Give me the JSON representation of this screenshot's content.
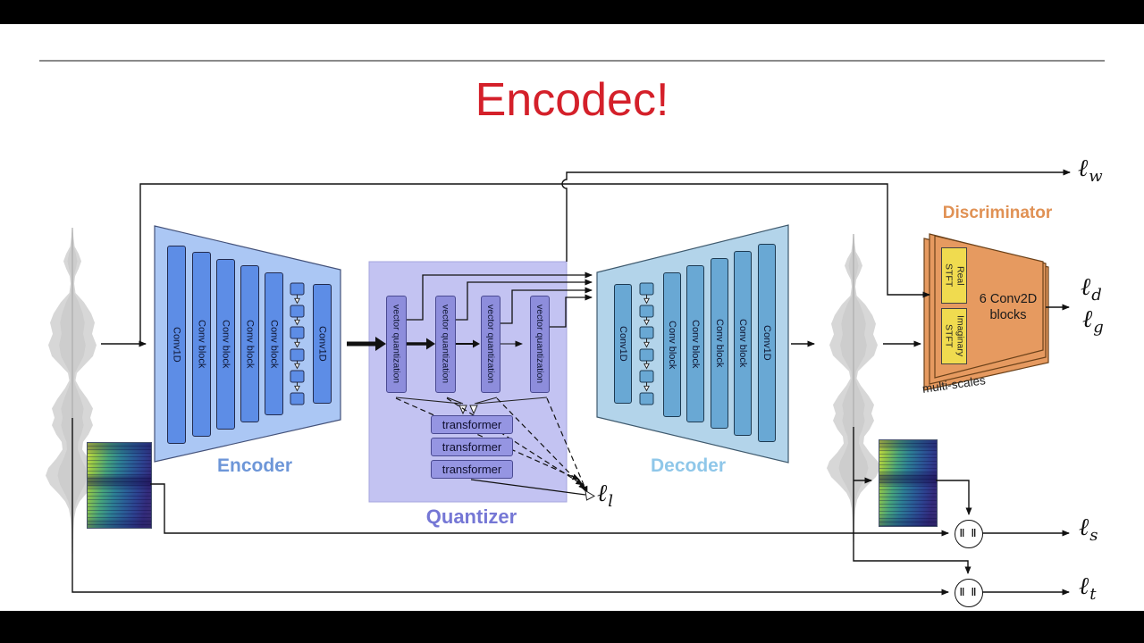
{
  "slide": {
    "title": "Encodec!"
  },
  "encoder": {
    "label": "Encoder",
    "bars": [
      "Conv1D",
      "Conv block",
      "Conv block",
      "Conv block",
      "Conv block",
      "Conv1D"
    ]
  },
  "quantizer": {
    "label": "Quantizer",
    "vq_bars": [
      "vector quantization",
      "vector quantization",
      "vector quantization",
      "vector quantization"
    ],
    "transformers": [
      "transformer",
      "transformer",
      "transformer"
    ]
  },
  "decoder": {
    "label": "Decoder",
    "bars": [
      "Conv1D",
      "Conv block",
      "Conv block",
      "Conv block",
      "Conv block",
      "Conv1D"
    ]
  },
  "discriminator": {
    "label": "Discriminator",
    "real_stft": "Real\nSTFT",
    "imaginary_stft": "Imaginary\nSTFT",
    "body": "6 Conv2D\nblocks",
    "multi_scales": "multi-scales"
  },
  "losses": {
    "symbol": "ℓ",
    "w": "w",
    "d": "d",
    "g": "g",
    "l": "l",
    "s": "s",
    "t": "t"
  },
  "nodes": {
    "norm": "‖ ‖"
  },
  "colors": {
    "title": "#d4202a",
    "encoder_fill": "#abc7f4",
    "encoder_bar": "#5d8de6",
    "encoder_label": "#6d96d8",
    "decoder_fill": "#b3d4ea",
    "decoder_bar": "#69a8d4",
    "decoder_label": "#8fc7e9",
    "quantizer_fill": "#c3c3f2",
    "vq_bar": "#8d8ddc",
    "transformer_fill": "#9595e2",
    "quantizer_label": "#7577d5",
    "discriminator_fill": "#e69a60",
    "stft_fill": "#f0db4f",
    "discriminator_label": "#e09154",
    "wire": "#111111",
    "waveform_gray": "#c7c7c7"
  }
}
